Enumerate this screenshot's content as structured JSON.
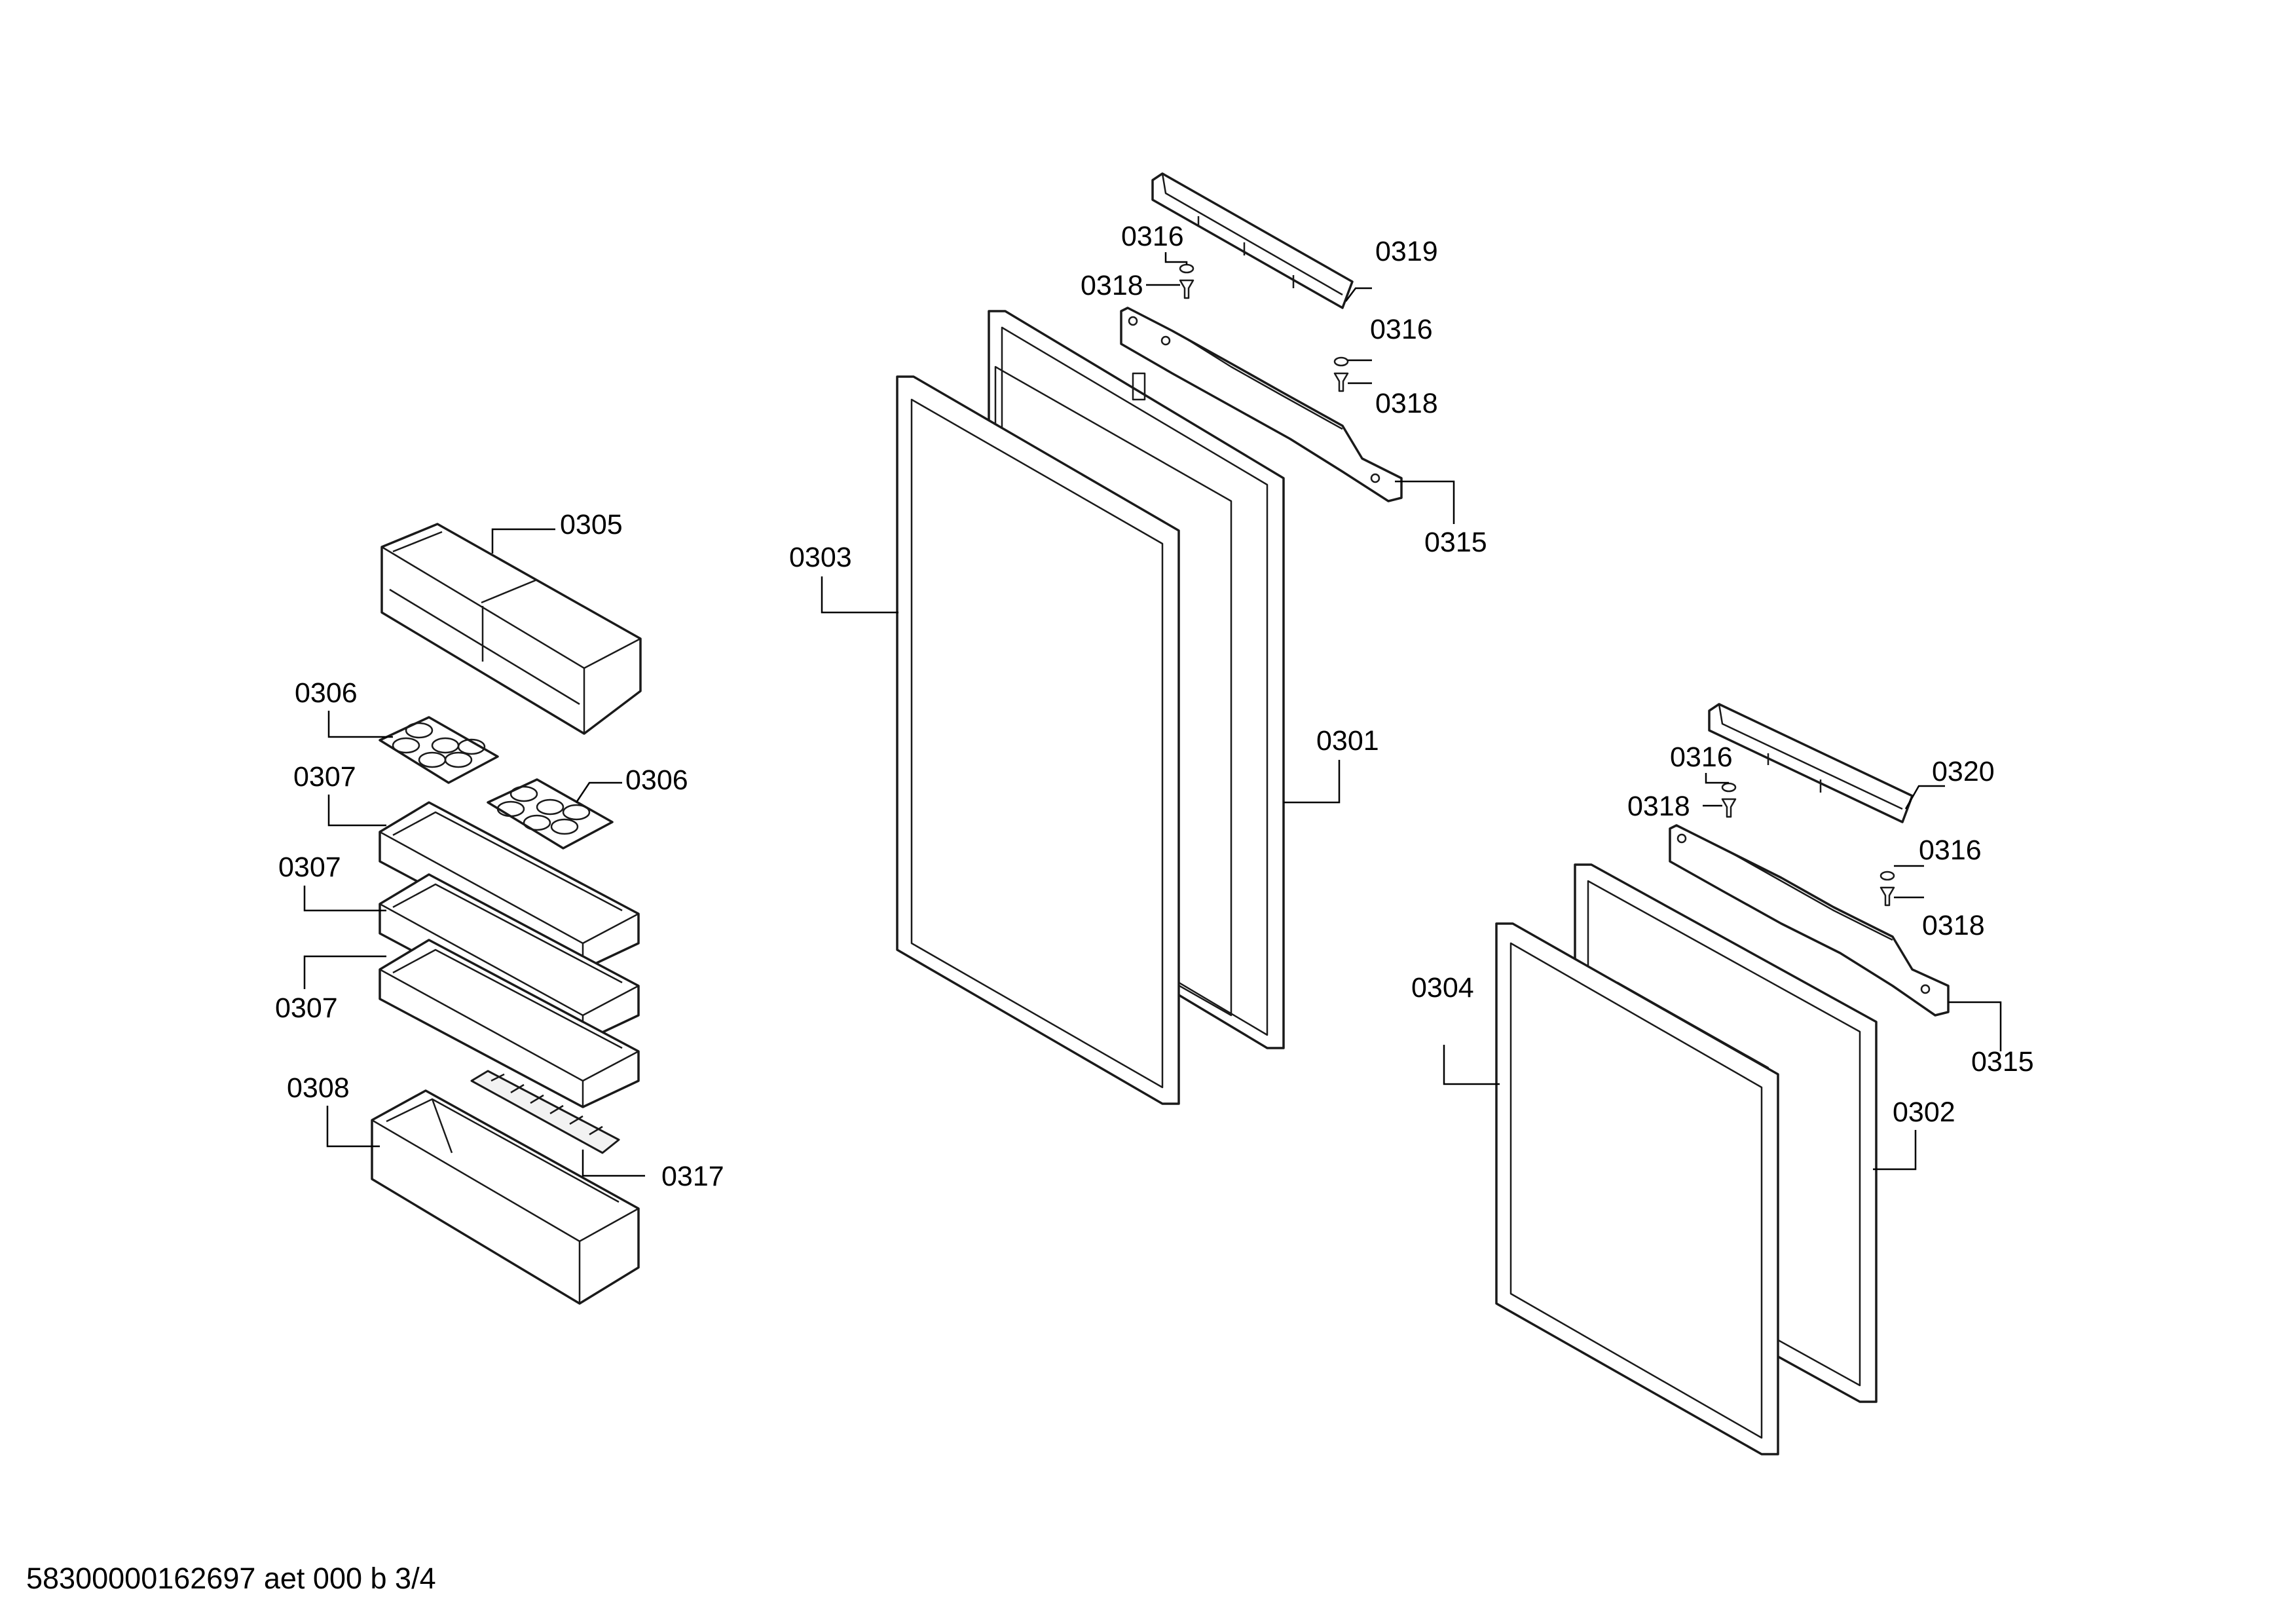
{
  "labels": {
    "p0301": "0301",
    "p0302": "0302",
    "p0303": "0303",
    "p0304": "0304",
    "p0305": "0305",
    "p0306a": "0306",
    "p0306b": "0306",
    "p0307a": "0307",
    "p0307b": "0307",
    "p0307c": "0307",
    "p0308": "0308",
    "p0315a": "0315",
    "p0315b": "0315",
    "p0316a": "0316",
    "p0316b": "0316",
    "p0316c": "0316",
    "p0316d": "0316",
    "p0317": "0317",
    "p0318a": "0318",
    "p0318b": "0318",
    "p0318c": "0318",
    "p0318d": "0318",
    "p0319": "0319",
    "p0320": "0320"
  },
  "footer": {
    "doc_id": "58300000162697 aet 000 b 3/4"
  }
}
